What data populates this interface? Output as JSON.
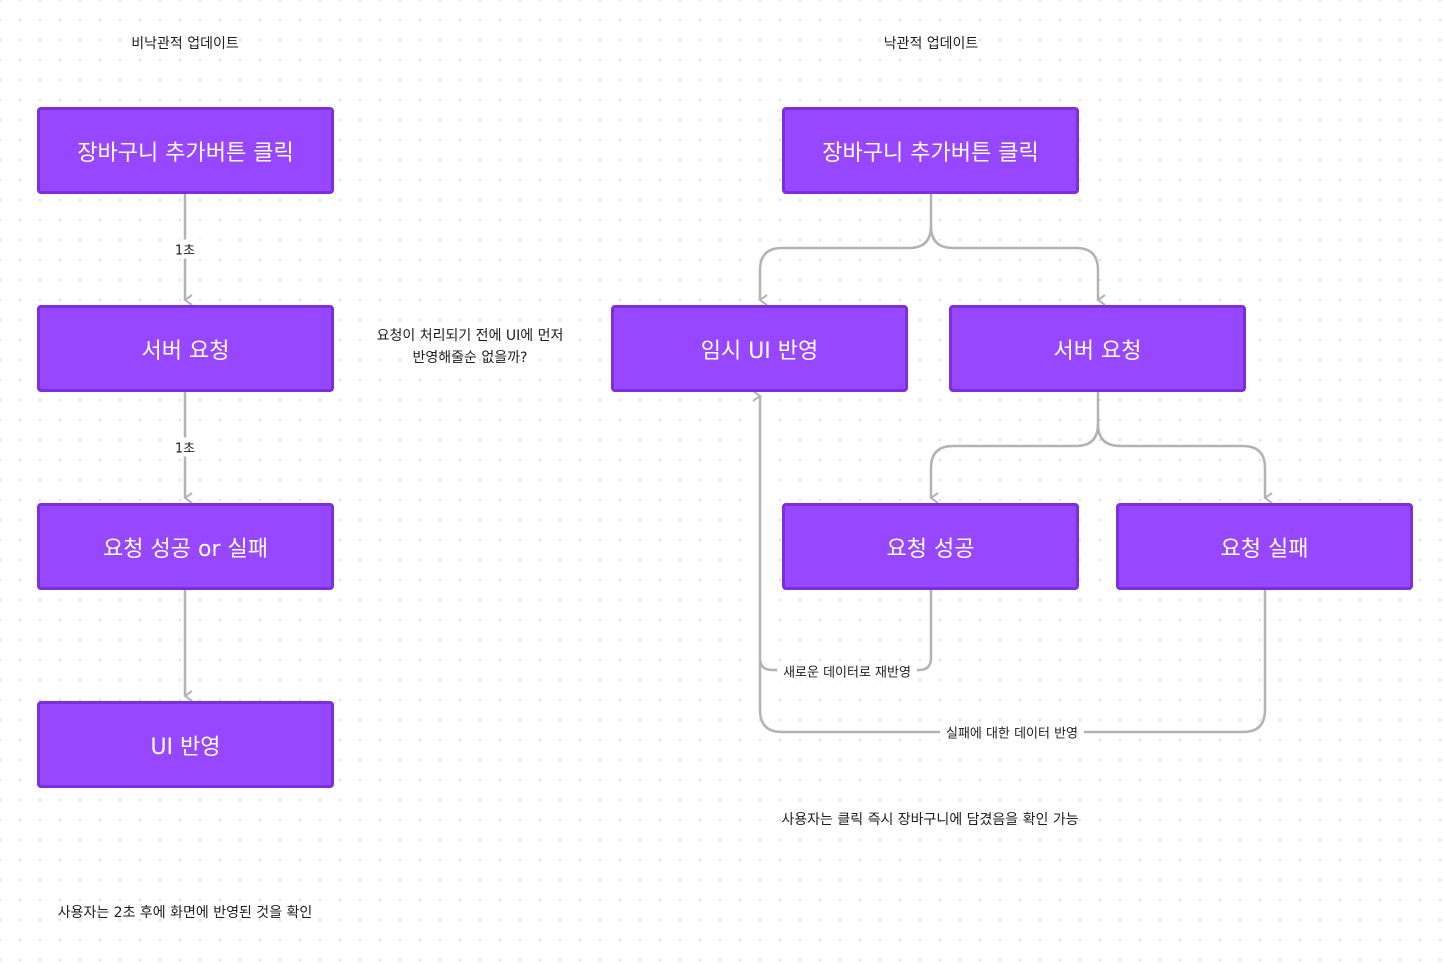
{
  "left": {
    "title": "비낙관적 업데이트",
    "boxes": [
      "장바구니 추가버튼 클릭",
      "서버 요청",
      "요청 성공 or 실패",
      "UI 반영"
    ],
    "edge_labels": [
      "1초",
      "1초"
    ],
    "footer": "사용자는 2초 후에 화면에 반영된 것을 확인"
  },
  "middle_note": {
    "line1": "요청이 처리되기 전에 UI에 먼저",
    "line2": "반영해줄순 없을까?"
  },
  "right": {
    "title": "낙관적 업데이트",
    "boxes": {
      "click": "장바구니 추가버튼 클릭",
      "temp_ui": "임시 UI 반영",
      "server": "서버 요청",
      "success": "요청 성공",
      "fail": "요청 실패"
    },
    "edge_labels": {
      "success_back": "새로운 데이터로 재반영",
      "fail_back": "실패에 대한 데이터 반영"
    },
    "footer": "사용자는 클릭 즉시 장바구니에 담겼음을 확인 가능"
  },
  "colors": {
    "box_fill": "#9747ff",
    "box_border": "#7b2fe0",
    "connector": "#b3b3b3",
    "text": "#1e1e1e"
  }
}
